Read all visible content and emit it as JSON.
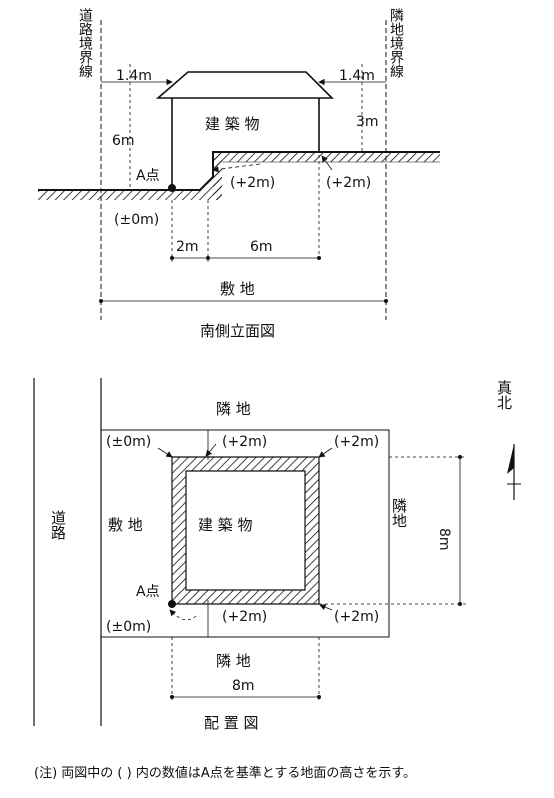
{
  "elevation": {
    "road_boundary_label": "道路境界線",
    "neighbor_boundary_label": "隣地境界線",
    "left_offset": "1.4m",
    "right_offset": "1.4m",
    "height_left": "6m",
    "height_right": "3m",
    "building_label": "建 築 物",
    "point_a_label": "A点",
    "point_a_level": "(±0m)",
    "level_near": "(+2m)",
    "level_far": "(+2m)",
    "dim_small": "2m",
    "dim_building": "6m",
    "site_label": "敷 地",
    "title": "南側立面図"
  },
  "plan": {
    "north_label": "真北",
    "neighbor_top": "隣 地",
    "neighbor_right": "隣地",
    "neighbor_bottom": "隣 地",
    "road_label": "道路",
    "site_label": "敷 地",
    "building_label": "建 築 物",
    "level_top_left": "(±0m)",
    "level_top_mid": "(+2m)",
    "level_top_right": "(+2m)",
    "level_bottom_mid": "(+2m)",
    "level_bottom_right": "(+2m)",
    "level_bottom_left": "(±0m)",
    "point_a_label": "A点",
    "dim_height": "8m",
    "dim_width": "8m",
    "title": "配 置 図"
  },
  "note": "(注) 両図中の ( ) 内の数値はA点を基準とする地面の高さを示す。"
}
